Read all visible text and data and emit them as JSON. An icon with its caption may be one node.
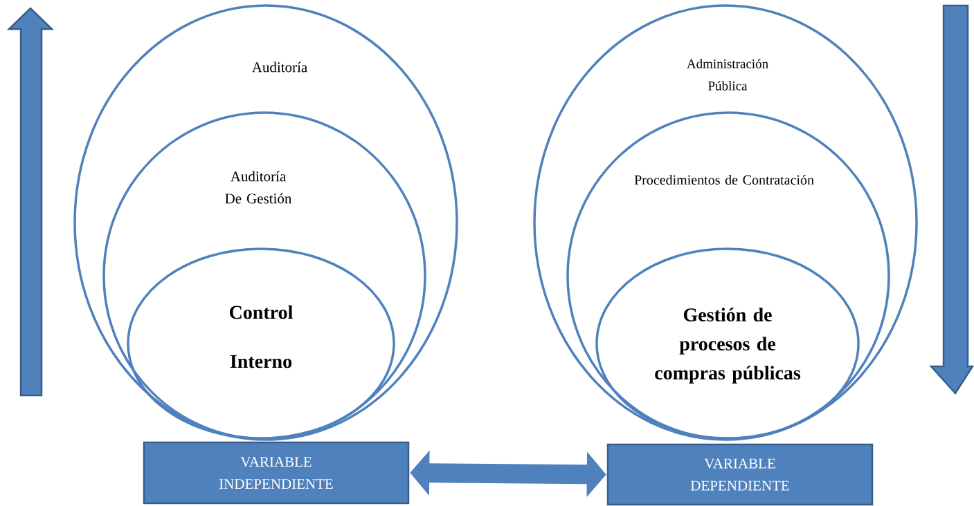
{
  "diagram": {
    "nodes": [
      {
        "text": [
          "Auditoría"
        ]
      },
      {
        "text": [
          "Auditoría De Gestión"
        ],
        "in": 0
      },
      {
        "text": [
          "Control Interno"
        ],
        "in": 1
      },
      {
        "text": [
          "Administración Pública"
        ]
      },
      {
        "text": [
          "Procedimientos de Contratación"
        ],
        "in": 3
      },
      {
        "text": [
          "Gestión de procesos de compras públicas"
        ],
        "in": 4
      },
      {
        "text": [
          "VARIABLE INDEPENDIENTE"
        ]
      },
      {
        "text": [
          "VARIABLE DEPENDIENTE"
        ]
      }
    ],
    "edges": [
      {
        "from": 6,
        "to": 7,
        "arrow": "both"
      }
    ]
  }
}
